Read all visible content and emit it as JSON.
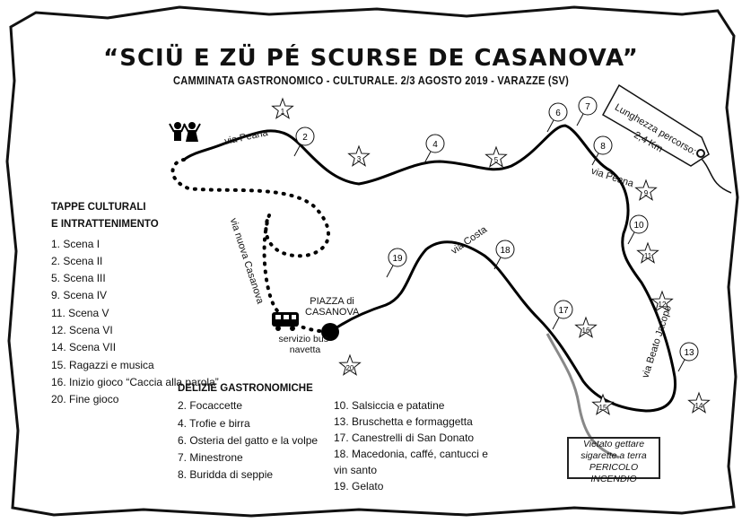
{
  "header": {
    "title": "“SCIÜ E ZÜ PÉ SCURSE DE CASANOVA”",
    "subtitle": "CAMMINATA GASTRONOMICO - CULTURALE.   2/3  AGOSTO 2019 - VARAZZE (SV)"
  },
  "length_tag": {
    "label": "Lunghezza percorso:",
    "value": "2,4 Km"
  },
  "streets": {
    "peana1": "via Peana",
    "peana2": "via Peana",
    "costa": "via Costa",
    "nuova_casanova": "via nuova Casanova",
    "beato_jacopo": "via Beato Jacopo"
  },
  "places": {
    "piazza": "PIAZZA di CASANOVA",
    "bus": "servizio bus-navetta"
  },
  "warning": {
    "line1": "Vietato gettare",
    "line2": "sigarette a terra",
    "line3": "PERICOLO INCENDIO"
  },
  "culturali": {
    "heading1": "TAPPE CULTURALI",
    "heading2": "E INTRATTENIMENTO",
    "items": [
      "1. Scena I",
      "2. Scena II",
      "5. Scena III",
      "9. Scena IV",
      "11. Scena V",
      "12. Scena VI",
      "14. Scena VII",
      "15. Ragazzi e musica",
      "16. Inizio gioco  “Caccia alla parola”",
      "20. Fine gioco"
    ]
  },
  "gastronomiche": {
    "heading": "DELIZIE GASTRONOMICHE",
    "col1": [
      "2. Focaccette",
      "4.  Trofie e birra",
      "6. Osteria del gatto e la volpe",
      "7. Minestrone",
      "8.  Buridda di seppie"
    ],
    "col2": [
      "10.  Salsiccia e patatine",
      "13. Bruschetta e formaggetta",
      "17. Canestrelli di San Donato",
      "18. Macedonia, caffé, cantucci e",
      "vin santo",
      "19. Gelato"
    ]
  },
  "markers": {
    "circles": [
      "2",
      "4",
      "6",
      "7",
      "8",
      "10",
      "13",
      "17",
      "18",
      "19"
    ],
    "stars": [
      "1",
      "3",
      "5",
      "9",
      "11",
      "12",
      "14",
      "15",
      "16",
      "20"
    ]
  }
}
